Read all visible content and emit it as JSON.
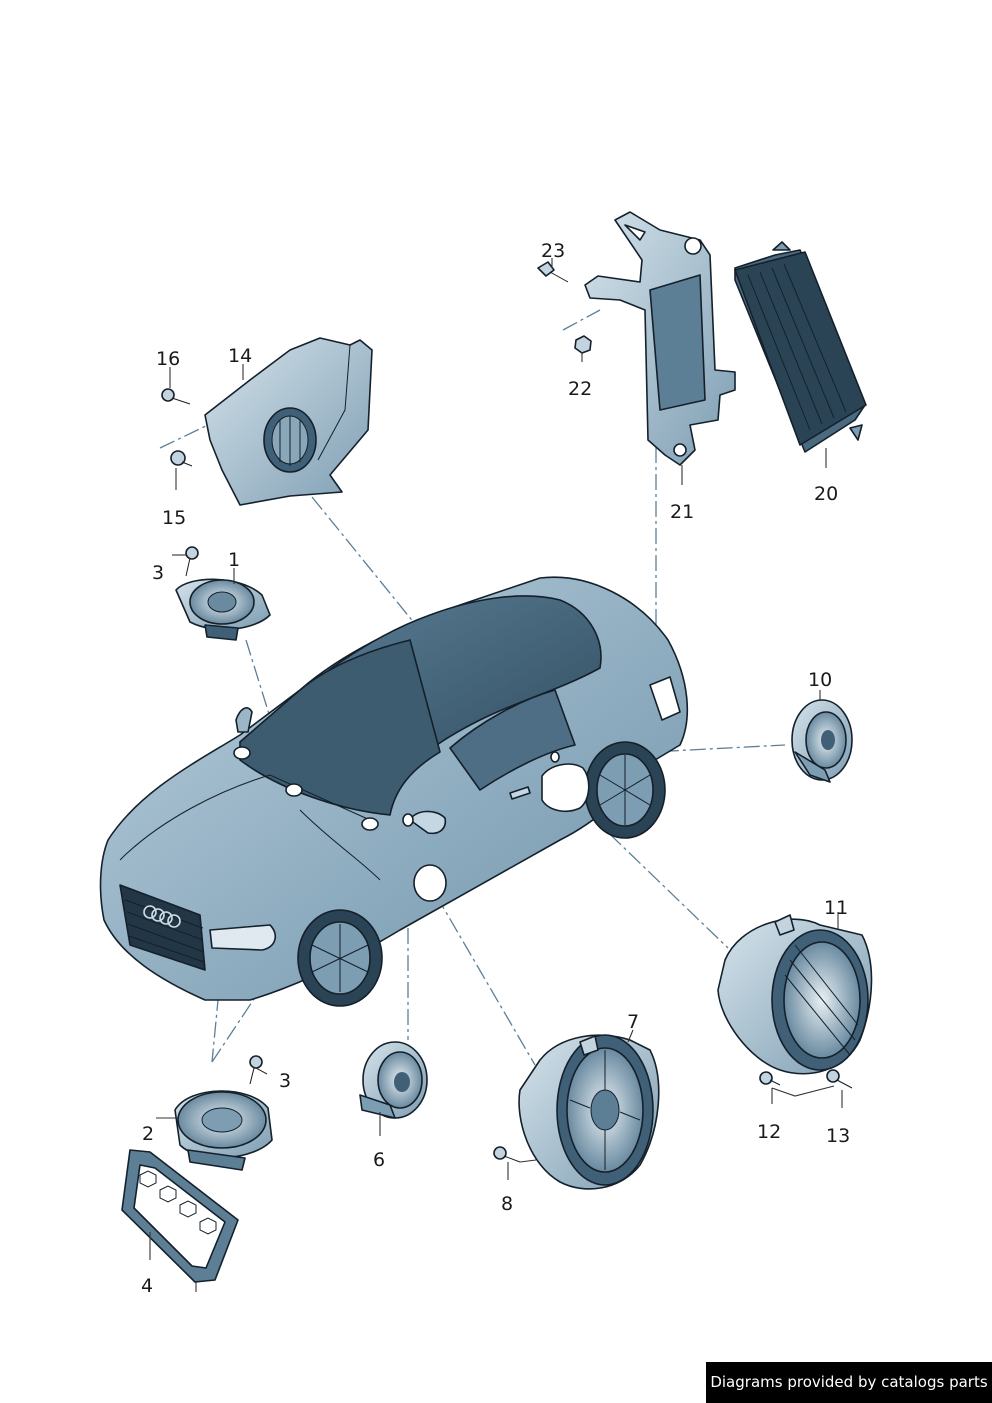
{
  "callouts": {
    "c1": "1",
    "c2": "2",
    "c3a": "3",
    "c3b": "3",
    "c4": "4",
    "c6": "6",
    "c7": "7",
    "c8": "8",
    "c10": "10",
    "c11": "11",
    "c12": "12",
    "c13": "13",
    "c14": "14",
    "c15": "15",
    "c16": "16",
    "c20": "20",
    "c21": "21",
    "c22": "22",
    "c23": "23"
  },
  "credit": "Diagrams provided by catalogs parts",
  "colors": {
    "part_fill": "#b9cfdc",
    "part_dark": "#5d7f96",
    "car_light": "#a9c2d2",
    "car_mid": "#7b9db4",
    "car_dark": "#3f6076",
    "dash_line": "#5c7f97"
  }
}
